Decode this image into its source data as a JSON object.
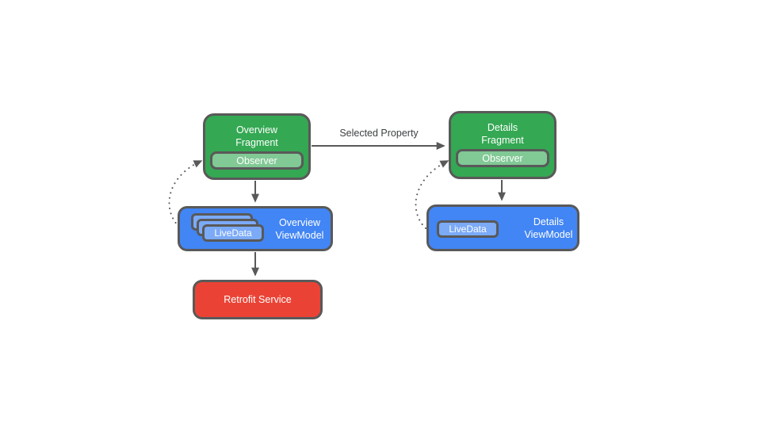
{
  "colors": {
    "background": "#ffffff",
    "green": "#34a853",
    "green-light": "#81c995",
    "blue": "#4285f4",
    "blue-light": "#7baaf7",
    "red": "#ea4335",
    "edge": "#595959",
    "label-text": "#3c4043"
  },
  "nodes": {
    "overview_fragment": {
      "title1": "Overview",
      "title2": "Fragment",
      "observer": "Observer"
    },
    "details_fragment": {
      "title1": "Details",
      "title2": "Fragment",
      "observer": "Observer"
    },
    "overview_viewmodel": {
      "title1": "Overview",
      "title2": "ViewModel",
      "livedata": "LiveData"
    },
    "details_viewmodel": {
      "title1": "Details",
      "title2": "ViewModel",
      "livedata": "LiveData"
    },
    "retrofit_service": {
      "label": "Retrofit Service"
    }
  },
  "edges": {
    "selected_property": {
      "label": "Selected Property"
    }
  }
}
